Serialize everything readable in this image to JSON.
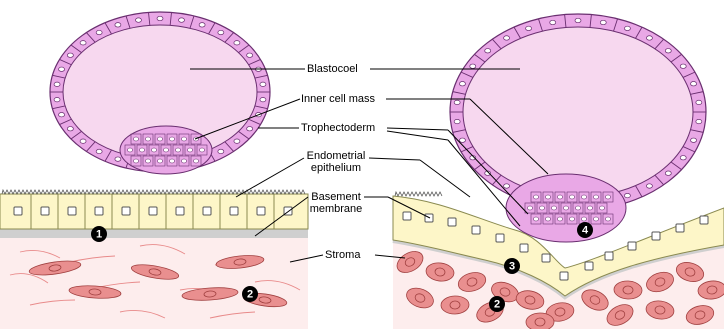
{
  "labels": {
    "blastocoel": "Blastocoel",
    "inner_cell_mass": "Inner cell mass",
    "trophectoderm": "Trophectoderm",
    "endometrial_epithelium_line1": "Endometrial",
    "endometrial_epithelium_line2": "epithelium",
    "basement_membrane_line1": "Basement",
    "basement_membrane_line2": "membrane",
    "stroma": "Stroma"
  },
  "markers": [
    "1",
    "2",
    "3",
    "4"
  ],
  "colors": {
    "cell_pink": "#e9a8e6",
    "cell_outline": "#6a2f70",
    "cavity": "#f7d8ef",
    "epithelium": "#fdf6c8",
    "basement_membrane": "#cfcfcf",
    "stroma": "#fdeded",
    "stroma_cell": "#e98f8f",
    "stroma_outline": "#a04040",
    "marker_fill": "#000000"
  }
}
